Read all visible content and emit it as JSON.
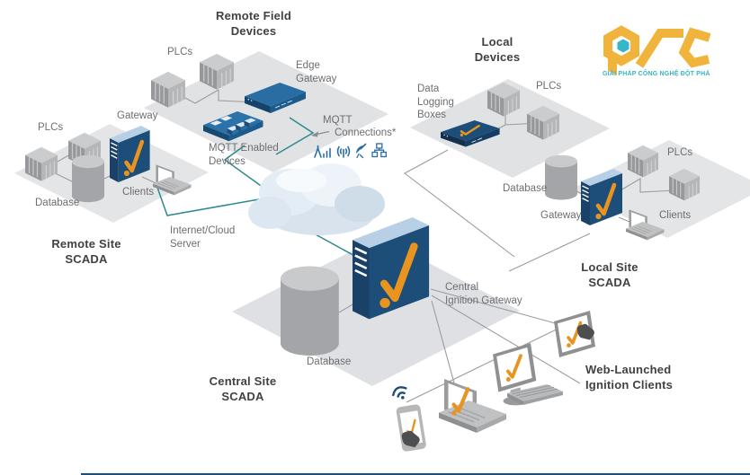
{
  "colors": {
    "navy": "#1D4E79",
    "navy_dark": "#163C63",
    "blue_top": "#B7D0E6",
    "steel_blue": "#2A6DA3",
    "orange": "#E8941F",
    "teal_line": "#2B8A8F",
    "wire_gray": "#9B9C9E",
    "label_gray": "#6D6E71",
    "title_gray": "#414042",
    "platform_gray": "#E2E3E5",
    "logo_yellow": "#F0B43C",
    "logo_teal": "#35B6C9"
  },
  "remote_field": {
    "title": "Remote Field\nDevices",
    "plcs": "PLCs",
    "edge_gateway": "Edge\nGateway",
    "mqtt_devices": "MQTT Enabled\nDevices"
  },
  "remote_site": {
    "title": "Remote Site\nSCADA",
    "plcs": "PLCs",
    "gateway": "Gateway",
    "clients": "Clients",
    "database": "Database"
  },
  "cloud": {
    "label": "Internet/Cloud\nServer"
  },
  "mqtt": {
    "line1": "MQTT",
    "line2": "Connections*",
    "icons": [
      "cell-signal-icon",
      "broadcast-icon",
      "satellite-dish-icon",
      "network-tree-icon"
    ]
  },
  "local_devices": {
    "title": "Local\nDevices",
    "data_logging": "Data\nLogging\nBoxes",
    "plcs": "PLCs"
  },
  "local_site": {
    "title": "Local Site\nSCADA",
    "database": "Database",
    "gateway": "Gateway",
    "plcs": "PLCs",
    "clients": "Clients"
  },
  "central": {
    "gateway_label": "Central\nIgnition Gateway",
    "database": "Database",
    "title": "Central Site\nSCADA"
  },
  "web_clients": {
    "label": "Web-Launched\nIgnition Clients"
  },
  "logo": {
    "tagline": "GIẢI PHÁP CÔNG NGHỆ ĐỘT PHÁ"
  }
}
